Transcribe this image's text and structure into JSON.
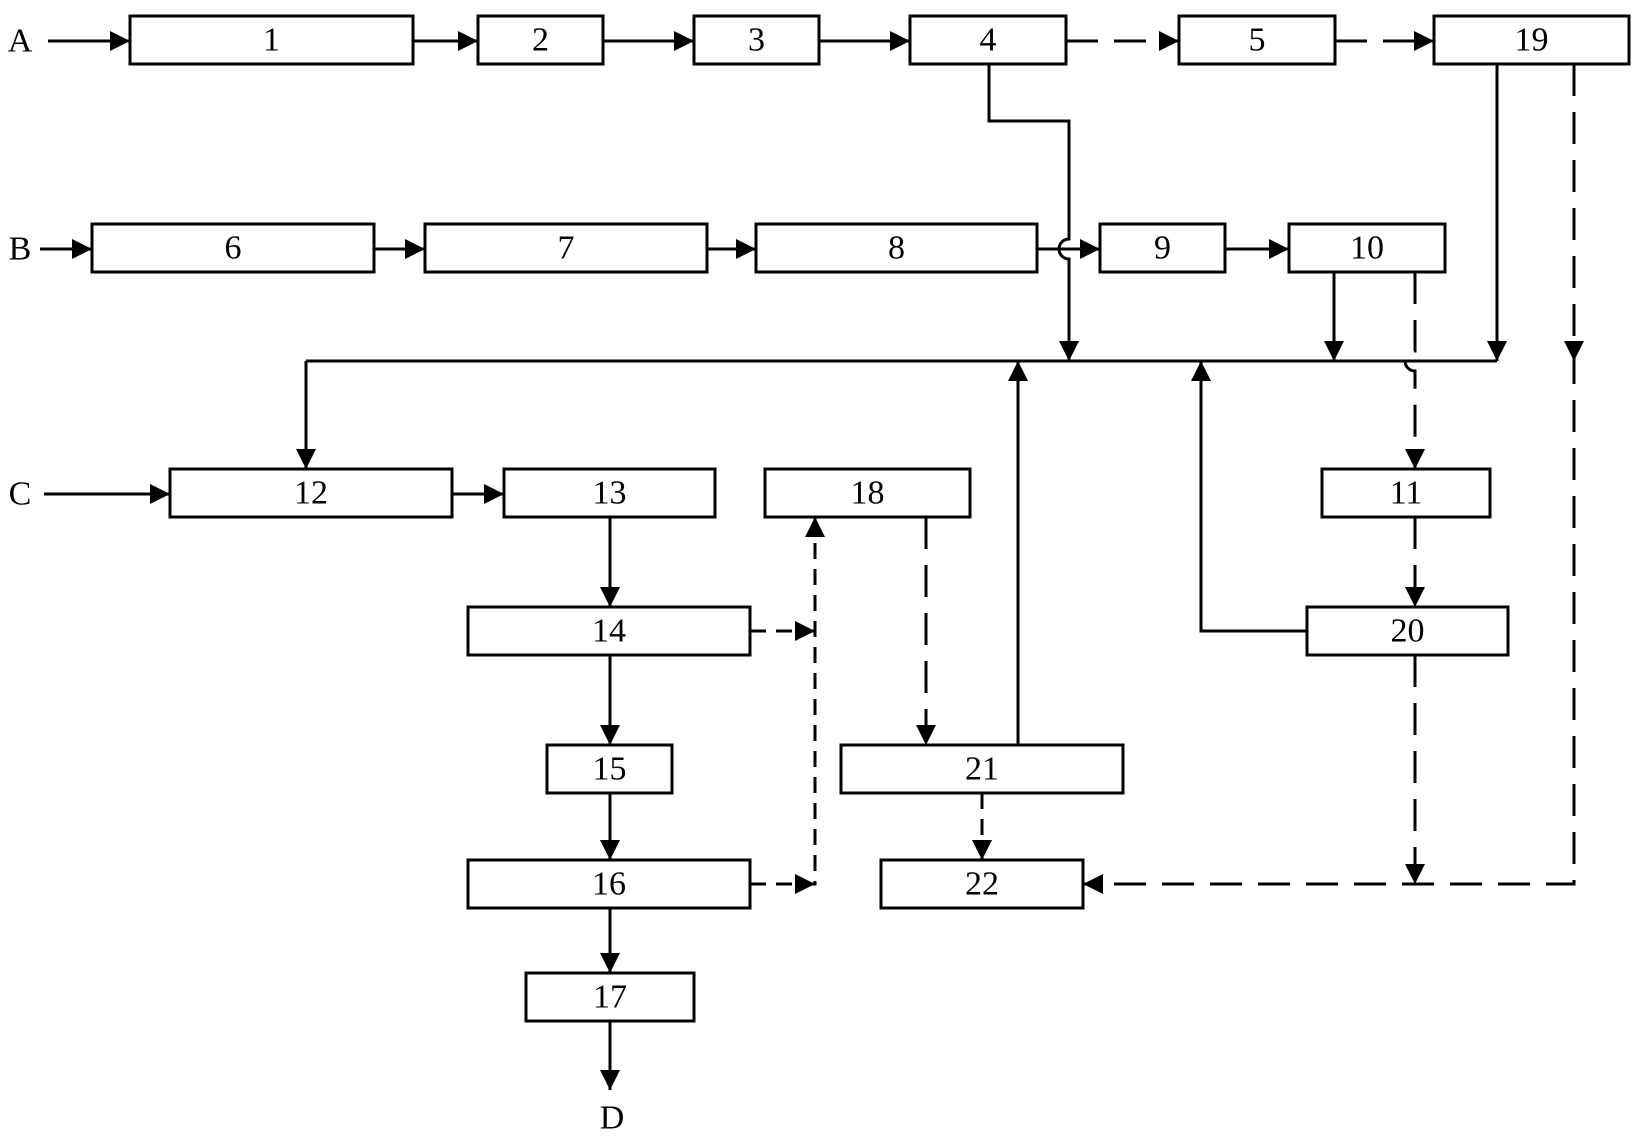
{
  "diagram": {
    "type": "process-flow-block-diagram",
    "line_color": "#000000",
    "background": "#ffffff",
    "terminals": [
      {
        "id": "A",
        "label": "A",
        "role": "input"
      },
      {
        "id": "B",
        "label": "B",
        "role": "input"
      },
      {
        "id": "C",
        "label": "C",
        "role": "input"
      },
      {
        "id": "D",
        "label": "D",
        "role": "output"
      }
    ],
    "boxes": [
      {
        "id": "1",
        "label": "1"
      },
      {
        "id": "2",
        "label": "2"
      },
      {
        "id": "3",
        "label": "3"
      },
      {
        "id": "4",
        "label": "4"
      },
      {
        "id": "5",
        "label": "5"
      },
      {
        "id": "19",
        "label": "19"
      },
      {
        "id": "6",
        "label": "6"
      },
      {
        "id": "7",
        "label": "7"
      },
      {
        "id": "8",
        "label": "8"
      },
      {
        "id": "9",
        "label": "9"
      },
      {
        "id": "10",
        "label": "10"
      },
      {
        "id": "11",
        "label": "11"
      },
      {
        "id": "12",
        "label": "12"
      },
      {
        "id": "13",
        "label": "13"
      },
      {
        "id": "18",
        "label": "18"
      },
      {
        "id": "14",
        "label": "14"
      },
      {
        "id": "20",
        "label": "20"
      },
      {
        "id": "15",
        "label": "15"
      },
      {
        "id": "21",
        "label": "21"
      },
      {
        "id": "16",
        "label": "16"
      },
      {
        "id": "22",
        "label": "22"
      },
      {
        "id": "17",
        "label": "17"
      }
    ],
    "connections": [
      {
        "from": "A",
        "to": "1",
        "style": "solid"
      },
      {
        "from": "1",
        "to": "2",
        "style": "solid"
      },
      {
        "from": "2",
        "to": "3",
        "style": "solid"
      },
      {
        "from": "3",
        "to": "4",
        "style": "solid"
      },
      {
        "from": "4",
        "to": "5",
        "style": "dashed"
      },
      {
        "from": "5",
        "to": "19",
        "style": "dashed"
      },
      {
        "from": "B",
        "to": "6",
        "style": "solid"
      },
      {
        "from": "6",
        "to": "7",
        "style": "solid"
      },
      {
        "from": "7",
        "to": "8",
        "style": "solid"
      },
      {
        "from": "8",
        "to": "9",
        "style": "solid"
      },
      {
        "from": "9",
        "to": "10",
        "style": "solid"
      },
      {
        "from": "4",
        "to": "bus",
        "style": "solid"
      },
      {
        "from": "10",
        "to": "bus",
        "style": "solid"
      },
      {
        "from": "19",
        "to": "bus",
        "style": "solid"
      },
      {
        "from": "21",
        "to": "bus",
        "style": "solid"
      },
      {
        "from": "20",
        "to": "bus",
        "style": "solid"
      },
      {
        "from": "bus",
        "to": "12",
        "style": "solid"
      },
      {
        "from": "10",
        "to": "11",
        "style": "dashed"
      },
      {
        "from": "11",
        "to": "20",
        "style": "dashed"
      },
      {
        "from": "C",
        "to": "12",
        "style": "solid"
      },
      {
        "from": "12",
        "to": "13",
        "style": "solid"
      },
      {
        "from": "13",
        "to": "14",
        "style": "solid"
      },
      {
        "from": "14",
        "to": "15",
        "style": "solid"
      },
      {
        "from": "15",
        "to": "16",
        "style": "solid"
      },
      {
        "from": "16",
        "to": "17",
        "style": "solid"
      },
      {
        "from": "17",
        "to": "D",
        "style": "solid"
      },
      {
        "from": "14",
        "to": "18",
        "style": "dashed"
      },
      {
        "from": "16",
        "to": "18",
        "style": "dashed"
      },
      {
        "from": "18",
        "to": "21",
        "style": "dashed"
      },
      {
        "from": "21",
        "to": "22",
        "style": "dashed"
      },
      {
        "from": "20",
        "to": "22",
        "style": "dashed"
      },
      {
        "from": "19",
        "to": "22",
        "style": "dashed"
      }
    ]
  }
}
